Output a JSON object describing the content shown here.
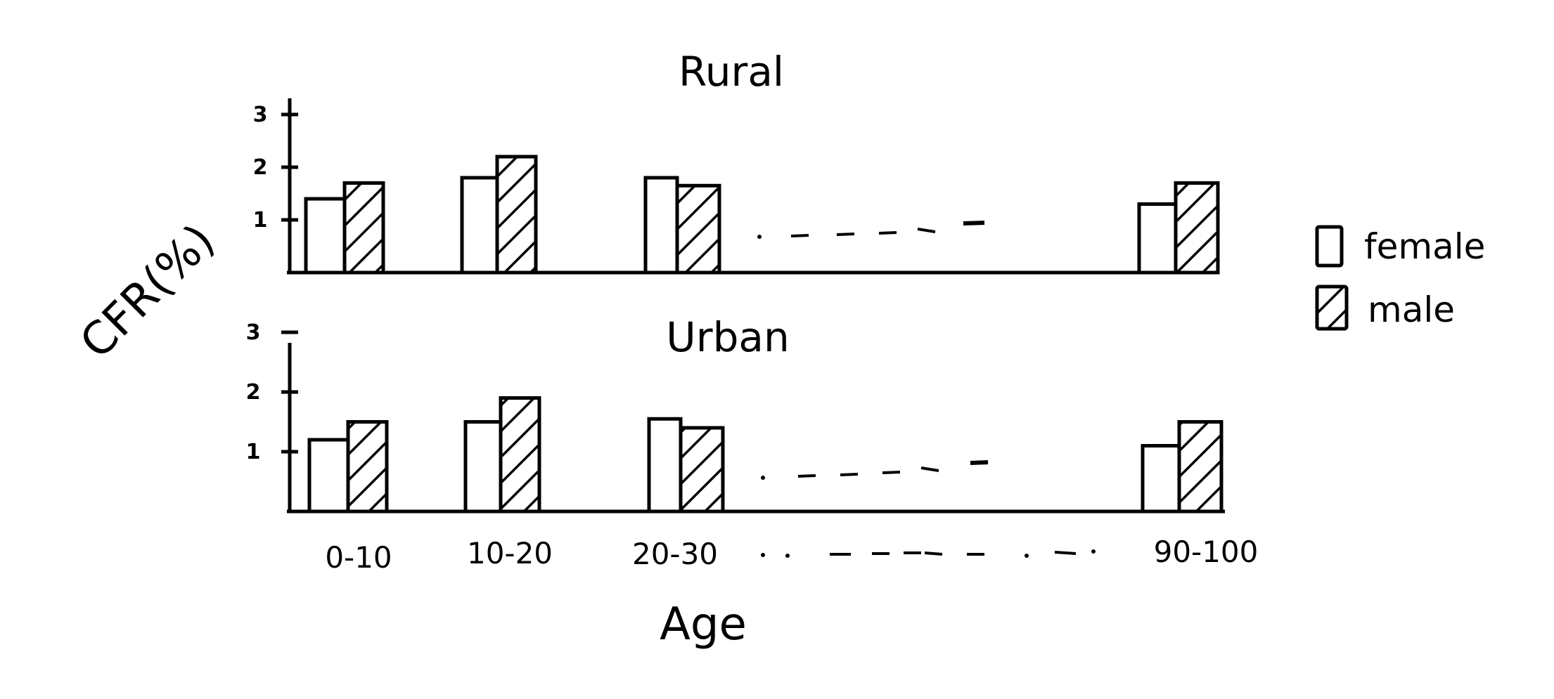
{
  "chart_data": [
    {
      "type": "bar",
      "title": "Rural",
      "categories": [
        "0-10",
        "10-20",
        "20-30",
        "90-100"
      ],
      "series": [
        {
          "name": "female",
          "values": [
            1.4,
            1.8,
            1.8,
            1.3
          ]
        },
        {
          "name": "male",
          "values": [
            1.7,
            2.2,
            1.65,
            1.7
          ]
        }
      ],
      "yticks": [
        "1",
        "2",
        "3"
      ],
      "ylim": [
        0,
        3.3
      ],
      "ylabel": "CFR(%)",
      "xlabel": "Age"
    },
    {
      "type": "bar",
      "title": "Urban",
      "categories": [
        "0-10",
        "10-20",
        "20-30",
        "90-100"
      ],
      "series": [
        {
          "name": "female",
          "values": [
            1.2,
            1.5,
            1.55,
            1.1
          ]
        },
        {
          "name": "male",
          "values": [
            1.5,
            1.9,
            1.4,
            1.5
          ]
        }
      ],
      "yticks": [
        "1",
        "2",
        "3"
      ],
      "ylim": [
        0,
        2.8
      ],
      "ylabel": "CFR(%)",
      "xlabel": "Age"
    }
  ],
  "axes": {
    "ylabel": "CFR(%)",
    "xlabel": "Age",
    "xtick_labels": [
      "0-10",
      "10-20",
      "20-30",
      "90-100"
    ]
  },
  "legend": {
    "placement": "right",
    "items": [
      {
        "label": "female",
        "pattern": "empty"
      },
      {
        "label": "male",
        "pattern": "hatched"
      }
    ]
  },
  "colors": {
    "ink": "#000000",
    "background": "#ffffff"
  }
}
